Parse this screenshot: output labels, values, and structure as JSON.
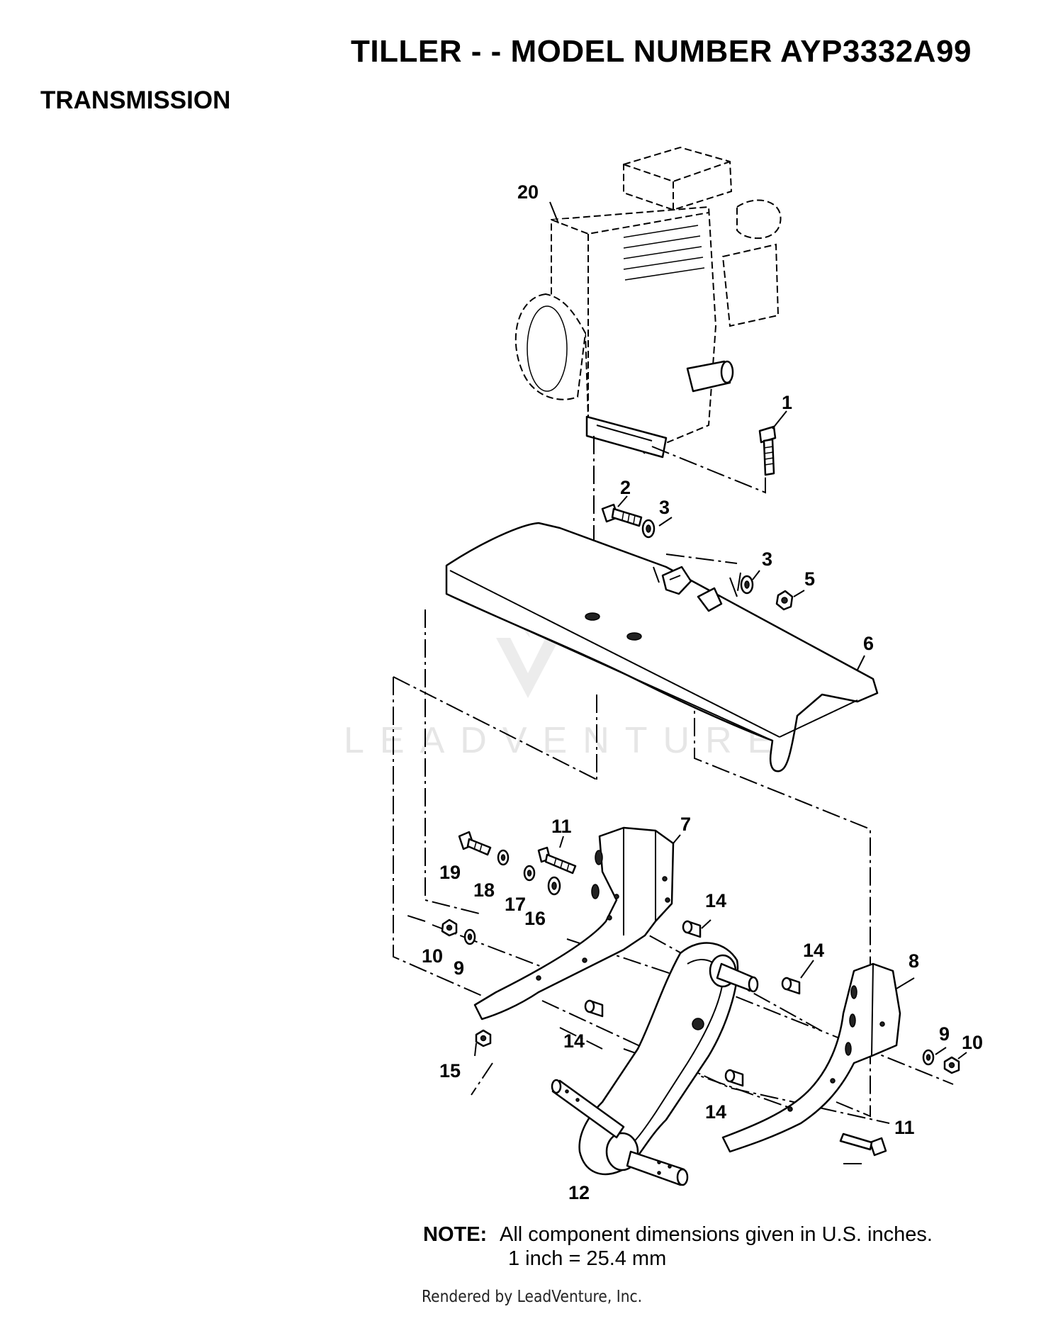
{
  "header": {
    "title": "TILLER - - MODEL NUMBER AYP3332A99",
    "section": "TRANSMISSION"
  },
  "watermark": "LEADVENTURE",
  "callouts": [
    {
      "id": "c20",
      "label": "20"
    },
    {
      "id": "c1",
      "label": "1"
    },
    {
      "id": "c2",
      "label": "2"
    },
    {
      "id": "c3a",
      "label": "3"
    },
    {
      "id": "c3b",
      "label": "3"
    },
    {
      "id": "c5",
      "label": "5"
    },
    {
      "id": "c6",
      "label": "6"
    },
    {
      "id": "c11a",
      "label": "11"
    },
    {
      "id": "c7",
      "label": "7"
    },
    {
      "id": "c19",
      "label": "19"
    },
    {
      "id": "c18",
      "label": "18"
    },
    {
      "id": "c17",
      "label": "17"
    },
    {
      "id": "c16",
      "label": "16"
    },
    {
      "id": "c14a",
      "label": "14"
    },
    {
      "id": "c14b",
      "label": "14"
    },
    {
      "id": "c8",
      "label": "8"
    },
    {
      "id": "c10a",
      "label": "10"
    },
    {
      "id": "c9a",
      "label": "9"
    },
    {
      "id": "c9b",
      "label": "9"
    },
    {
      "id": "c10b",
      "label": "10"
    },
    {
      "id": "c15",
      "label": "15"
    },
    {
      "id": "c14c",
      "label": "14"
    },
    {
      "id": "c14d",
      "label": "14"
    },
    {
      "id": "c11b",
      "label": "11"
    },
    {
      "id": "c12",
      "label": "12"
    }
  ],
  "note": {
    "label": "NOTE:",
    "line1": "All component dimensions given in U.S. inches.",
    "line2": "1 inch = 25.4 mm"
  },
  "footer": "Rendered by LeadVenture, Inc."
}
